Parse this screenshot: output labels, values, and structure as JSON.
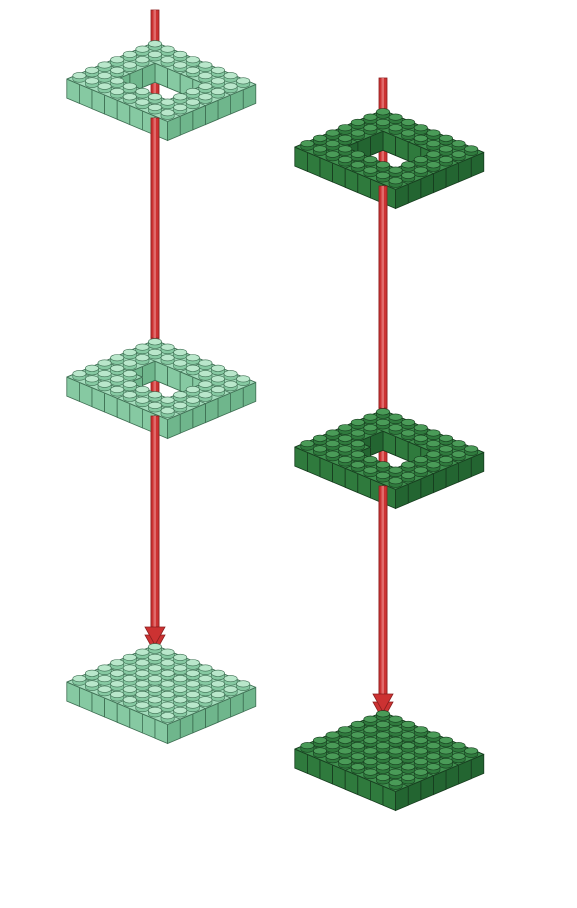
{
  "diagram": {
    "kind": "exploded assembly illustration",
    "columns": [
      {
        "id": "light",
        "colors": {
          "top": "#a4dcbc",
          "left": "#86c9a2",
          "right": "#6fb68c",
          "stud": "#b9e7cb",
          "edge": "#3d6e52"
        },
        "layers": [
          "frame",
          "frame-with-notch",
          "solid-plate"
        ]
      },
      {
        "id": "dark",
        "colors": {
          "top": "#3f8f4e",
          "left": "#2f7a3d",
          "right": "#236531",
          "stud": "#4a9b58",
          "edge": "#163c1e"
        },
        "layers": [
          "frame",
          "frame-with-notch",
          "solid-plate"
        ]
      }
    ],
    "arrow_color": "#cc3232"
  }
}
